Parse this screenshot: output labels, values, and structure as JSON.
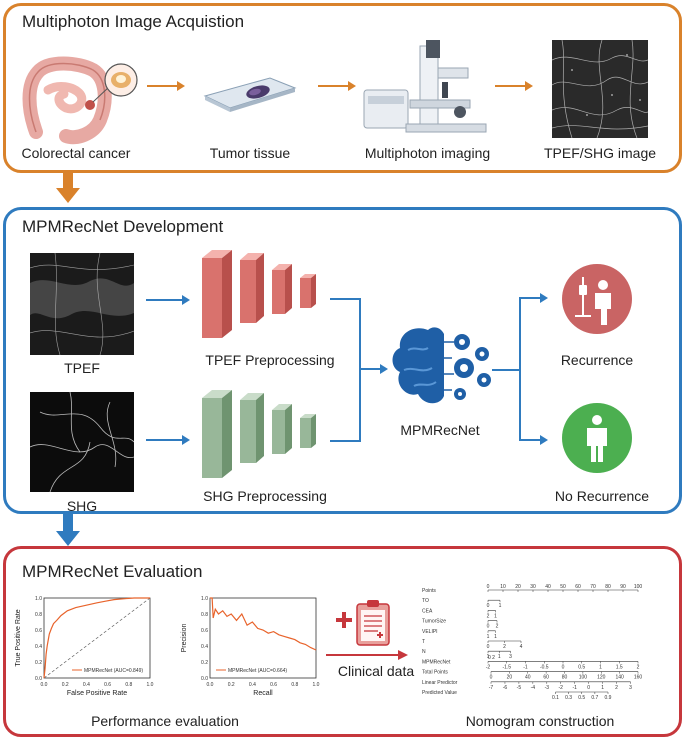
{
  "acquisition": {
    "title": "Multiphoton Image Acquistion",
    "steps": [
      "Colorectal cancer",
      "Tumor tissue",
      "Multiphoton imaging",
      "TPEF/SHG image"
    ]
  },
  "development": {
    "title": "MPMRecNet Development",
    "inputs": [
      "TPEF",
      "SHG"
    ],
    "preprocessing": [
      "TPEF Preprocessing",
      "SHG Preprocessing"
    ],
    "model_label": "MPMRecNet",
    "outputs": [
      "Recurrence",
      "No Recurrence"
    ]
  },
  "evaluation": {
    "title": "MPMRecNet Evaluation",
    "performance_label": "Performance evaluation",
    "clinical_label": "Clinical data",
    "nomogram_label": "Nomogram construction",
    "colors": {
      "orange": "#d9822b",
      "blue": "#2f7bbf",
      "red": "#c6373c",
      "curve": "#e8632b"
    }
  },
  "chart_data": [
    {
      "type": "line",
      "xlabel": "False Positive Rate",
      "ylabel": "True Positive Rate",
      "xlim": [
        0,
        1
      ],
      "ylim": [
        0,
        1
      ],
      "ticks": [
        "0.0",
        "0.2",
        "0.4",
        "0.6",
        "0.8",
        "1.0"
      ],
      "legend": "MPMRecNet (AUC=0.849)",
      "series": [
        {
          "name": "MPMRecNet (AUC=0.849)",
          "x": [
            0,
            0.01,
            0.02,
            0.03,
            0.05,
            0.07,
            0.09,
            0.12,
            0.16,
            0.22,
            0.3,
            0.4,
            0.5,
            0.58,
            0.66,
            0.75,
            0.85,
            1.0
          ],
          "y": [
            0,
            0.12,
            0.3,
            0.4,
            0.55,
            0.62,
            0.68,
            0.72,
            0.78,
            0.84,
            0.88,
            0.91,
            0.94,
            0.96,
            0.98,
            0.99,
            1.0,
            1.0
          ]
        }
      ]
    },
    {
      "type": "line",
      "xlabel": "Recall",
      "ylabel": "Precision",
      "xlim": [
        0,
        1
      ],
      "ylim": [
        0,
        1
      ],
      "ticks": [
        "0.0",
        "0.2",
        "0.4",
        "0.6",
        "0.8",
        "1.0"
      ],
      "legend": "MPMRecNet (AUC=0.664)",
      "series": [
        {
          "name": "MPMRecNet (AUC=0.664)",
          "x": [
            0.0,
            0.02,
            0.03,
            0.05,
            0.08,
            0.12,
            0.16,
            0.2,
            0.25,
            0.3,
            0.35,
            0.4,
            0.45,
            0.5,
            0.55,
            0.6,
            0.65,
            0.7,
            0.75,
            0.8,
            0.85,
            0.9,
            0.95,
            1.0
          ],
          "y": [
            1.0,
            1.0,
            0.75,
            0.86,
            0.8,
            0.84,
            0.77,
            0.8,
            0.72,
            0.8,
            0.66,
            0.7,
            0.62,
            0.6,
            0.56,
            0.58,
            0.54,
            0.52,
            0.5,
            0.48,
            0.44,
            0.42,
            0.38,
            0.35
          ]
        }
      ]
    }
  ],
  "nomogram": {
    "rows": [
      "Points",
      "TO",
      "CEA",
      "TumorSize",
      "VELIPI",
      "T",
      "N",
      "MPMRecNet",
      "Total Points",
      "Linear Predictor",
      "Predicted Value"
    ],
    "points_ticks": [
      "0",
      "10",
      "20",
      "30",
      "40",
      "50",
      "60",
      "70",
      "80",
      "90",
      "100"
    ],
    "to_ticks": [
      "0",
      "1"
    ],
    "cea_ticks": [
      "2",
      "1"
    ],
    "tumorsize_ticks": [
      "0",
      "2"
    ],
    "velipi_ticks": [
      "1",
      "1"
    ],
    "t_ticks": [
      "0",
      "2",
      "4"
    ],
    "n_ticks": [
      "1",
      "1",
      "3"
    ],
    "n2_ticks": [
      "0",
      "2"
    ],
    "mpm_ticks": [
      "-2",
      "-1.5",
      "-1",
      "-0.5",
      "0",
      "0.5",
      "1",
      "1.5",
      "2"
    ],
    "total_ticks": [
      "0",
      "20",
      "40",
      "60",
      "80",
      "100",
      "120",
      "140",
      "160"
    ],
    "lp_ticks": [
      "-7",
      "-6",
      "-5",
      "-4",
      "-3",
      "-2",
      "-1",
      "0",
      "1",
      "2",
      "3"
    ],
    "pv_ticks": [
      "0.1",
      "0.3",
      "0.5",
      "0.7",
      "0.9"
    ]
  }
}
